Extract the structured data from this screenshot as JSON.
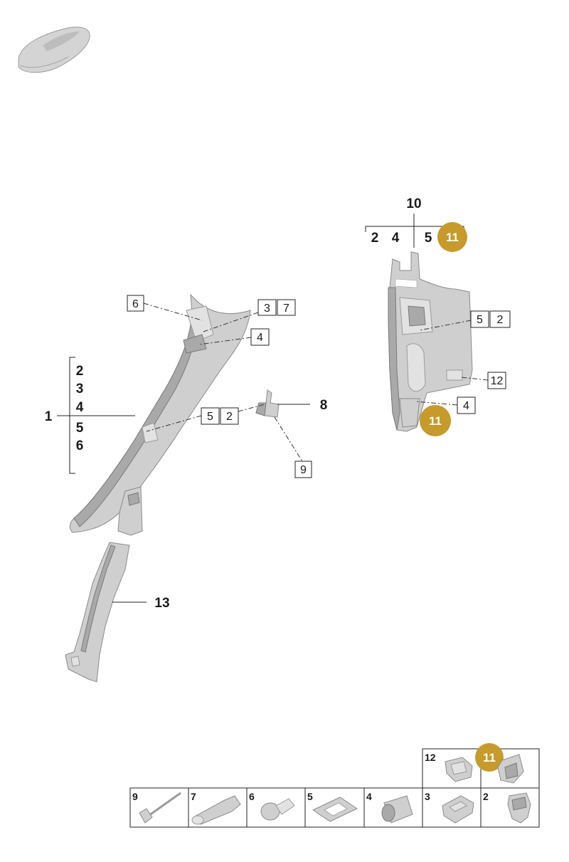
{
  "diagram": {
    "main_labels": {
      "p1": "1",
      "p8": "8",
      "p10": "10",
      "p13": "13"
    },
    "group_1_items": [
      "2",
      "3",
      "4",
      "5",
      "6"
    ],
    "group_10_items": [
      "2",
      "4",
      "5"
    ],
    "group_10_badge": "11",
    "callouts": {
      "c6": "6",
      "c3": "3",
      "c7": "7",
      "c4": "4",
      "c5a": "5",
      "c2a": "2",
      "c9": "9",
      "c5b": "5",
      "c2b": "2",
      "c12": "12",
      "c4b": "4",
      "badge_right": "11"
    },
    "colors": {
      "badge": "#c69a2b",
      "part": "#cfcfcf"
    }
  },
  "parts_table": {
    "top_row": [
      {
        "num": "12"
      },
      {
        "num": "11",
        "badge": true
      }
    ],
    "bottom_row": [
      {
        "num": "9"
      },
      {
        "num": "7"
      },
      {
        "num": "6"
      },
      {
        "num": "5"
      },
      {
        "num": "4"
      },
      {
        "num": "3"
      },
      {
        "num": "2"
      }
    ]
  }
}
